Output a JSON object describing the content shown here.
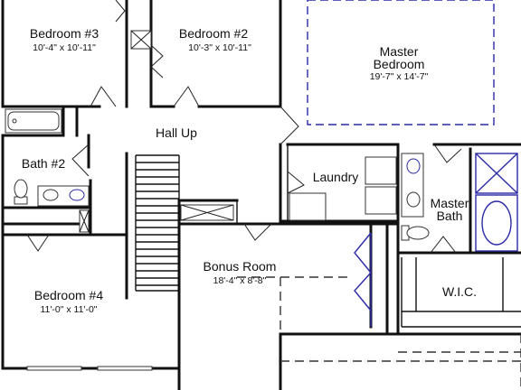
{
  "rooms": {
    "bedroom3": {
      "name": "Bedroom #3",
      "dims": "10'-4\" x 10'-11\""
    },
    "bedroom2": {
      "name": "Bedroom #2",
      "dims": "10'-3\" x 10'-11\""
    },
    "master_bedroom": {
      "name_line1": "Master",
      "name_line2": "Bedroom",
      "dims": "19'-7\" x 14'-7\""
    },
    "hall_up": {
      "name": "Hall Up"
    },
    "bath2": {
      "name": "Bath #2"
    },
    "laundry": {
      "name": "Laundry"
    },
    "master_bath": {
      "name_line1": "Master",
      "name_line2": "Bath"
    },
    "bedroom4": {
      "name": "Bedroom #4",
      "dims": "11'-0\" x 11'-0\""
    },
    "bonus_room": {
      "name": "Bonus Room",
      "dims": "18'-4\" x 8'-8\""
    },
    "wic": {
      "name": "W.I.C."
    }
  },
  "colors": {
    "walls": "#111111",
    "accent_blue": "#2a2aa8",
    "background": "#ffffff"
  }
}
